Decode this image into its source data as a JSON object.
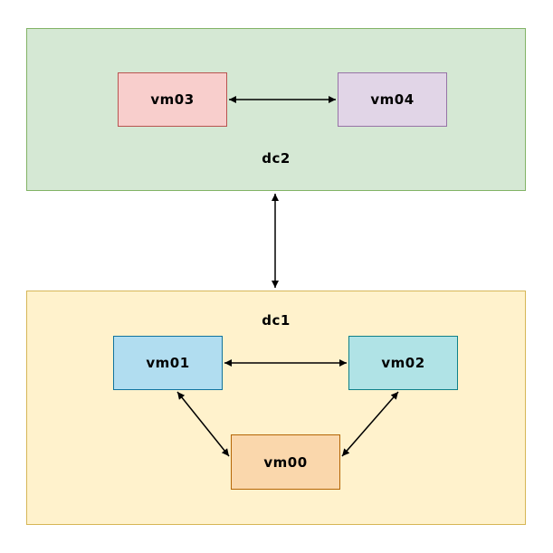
{
  "diagram": {
    "type": "network-topology",
    "arrow_color": "#000000",
    "containers": [
      {
        "id": "dc2",
        "label": "dc2",
        "fill": "#d5e8d4",
        "stroke": "#82b366"
      },
      {
        "id": "dc1",
        "label": "dc1",
        "fill": "#fff2cc",
        "stroke": "#d6b656"
      }
    ],
    "nodes": [
      {
        "id": "vm03",
        "label": "vm03",
        "container": "dc2",
        "fill": "#f8cecc",
        "stroke": "#b85450"
      },
      {
        "id": "vm04",
        "label": "vm04",
        "container": "dc2",
        "fill": "#e1d5e7",
        "stroke": "#9673a6"
      },
      {
        "id": "vm01",
        "label": "vm01",
        "container": "dc1",
        "fill": "#b1ddf0",
        "stroke": "#10739e"
      },
      {
        "id": "vm02",
        "label": "vm02",
        "container": "dc1",
        "fill": "#b0e3e6",
        "stroke": "#0e8088"
      },
      {
        "id": "vm00",
        "label": "vm00",
        "container": "dc1",
        "fill": "#fad7ac",
        "stroke": "#b46504"
      }
    ],
    "edges": [
      {
        "from": "vm03",
        "to": "vm04",
        "direction": "bidirectional"
      },
      {
        "from": "dc2",
        "to": "dc1",
        "direction": "bidirectional"
      },
      {
        "from": "vm01",
        "to": "vm02",
        "direction": "bidirectional"
      },
      {
        "from": "vm01",
        "to": "vm00",
        "direction": "bidirectional"
      },
      {
        "from": "vm02",
        "to": "vm00",
        "direction": "bidirectional"
      }
    ]
  }
}
